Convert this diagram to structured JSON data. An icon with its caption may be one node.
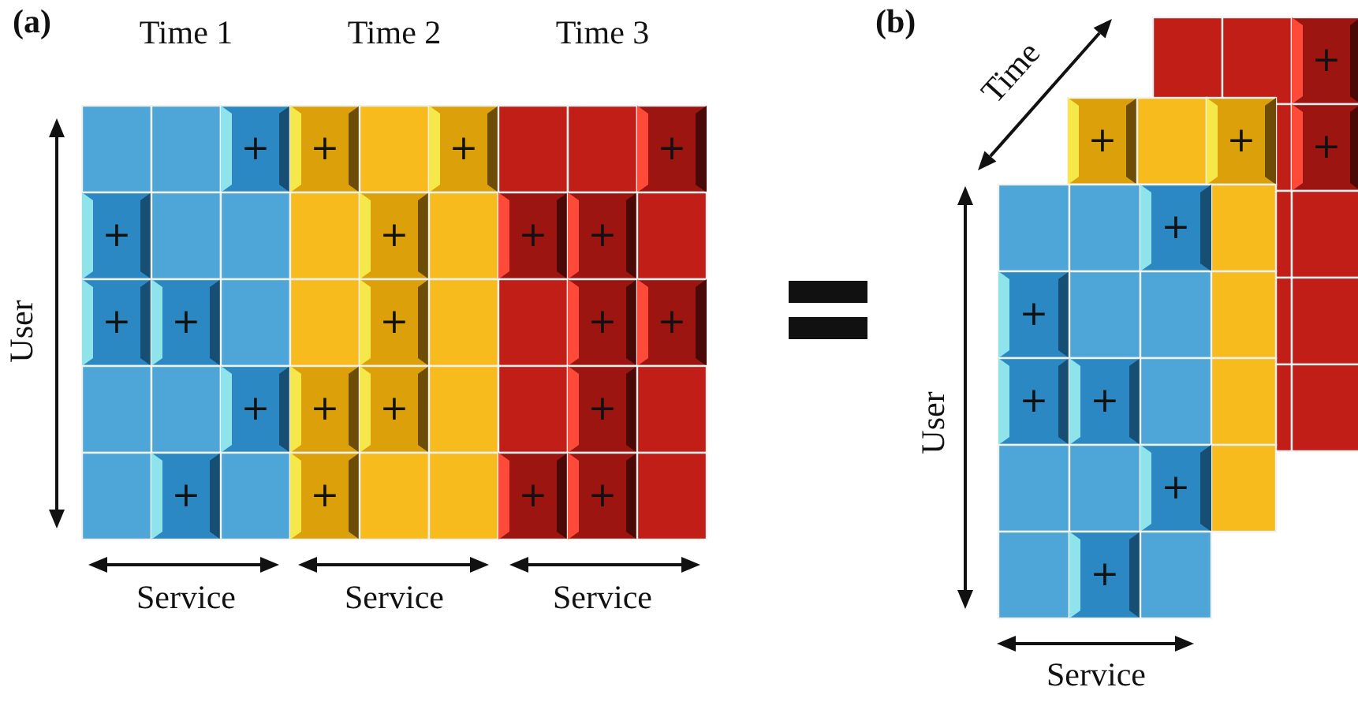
{
  "diagram": {
    "labels": [
      "(a)",
      "Time 1",
      "Time 2",
      "Time 3",
      "User",
      "+",
      "+",
      "+",
      "+",
      "+",
      "+",
      "+",
      "+",
      "+",
      "+",
      "+",
      "+",
      "+",
      "+",
      "+",
      "+",
      "+",
      "+",
      "+",
      "+",
      "+",
      "Service",
      "Service",
      "Service",
      "(b)",
      "Time",
      "+",
      "+",
      "+",
      "+",
      "+",
      "+",
      "+",
      "+",
      "+",
      "+",
      "User",
      "Service"
    ]
  }
}
